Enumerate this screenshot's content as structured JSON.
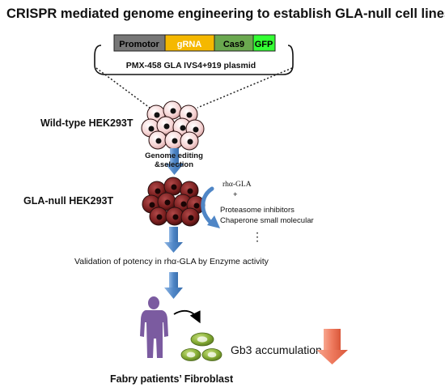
{
  "title": "CRISPR mediated genome engineering to establish GLA-null cell lines",
  "plasmid": {
    "segments": [
      {
        "label": "Promotor",
        "color": "#777777",
        "text_color": "#000000"
      },
      {
        "label": "gRNA",
        "color": "#f5b800",
        "text_color": "#ffffff"
      },
      {
        "label": "Cas9",
        "color": "#6aa84f",
        "text_color": "#000000"
      },
      {
        "label": "GFP",
        "color": "#33ff33",
        "text_color": "#000000"
      }
    ],
    "name": "PMX-458 GLA IVS4+919 plasmid"
  },
  "wild_type_label": "Wild-type HEK293T",
  "editing_label_line1": "Genome editing",
  "editing_label_line2": "&selection",
  "null_label": "GLA-null HEK293T",
  "treatments": {
    "line1": "rhα-GLA",
    "plus": "+",
    "line2": "Proteasome inhibitors",
    "line3": "Chaperone small molecular",
    "ellipsis": "⋮"
  },
  "validation_label": "Validation of potency in rhα-GLA by Enzyme activity",
  "gb3_label": "Gb3 accumulation",
  "fabry_label": "Fabry patients’ Fibroblast",
  "colors": {
    "wild_cell_fill": "#f6d4d4",
    "null_cell_fill": "#7a1f1f",
    "arrow_blue": "#4a86c8",
    "person": "#7b5ba0",
    "fibroblast": "#7fa830",
    "down_arrow": "#f08060"
  },
  "icons": [
    "curved-arrow-icon",
    "person-silhouette-icon",
    "down-arrow-icon"
  ]
}
